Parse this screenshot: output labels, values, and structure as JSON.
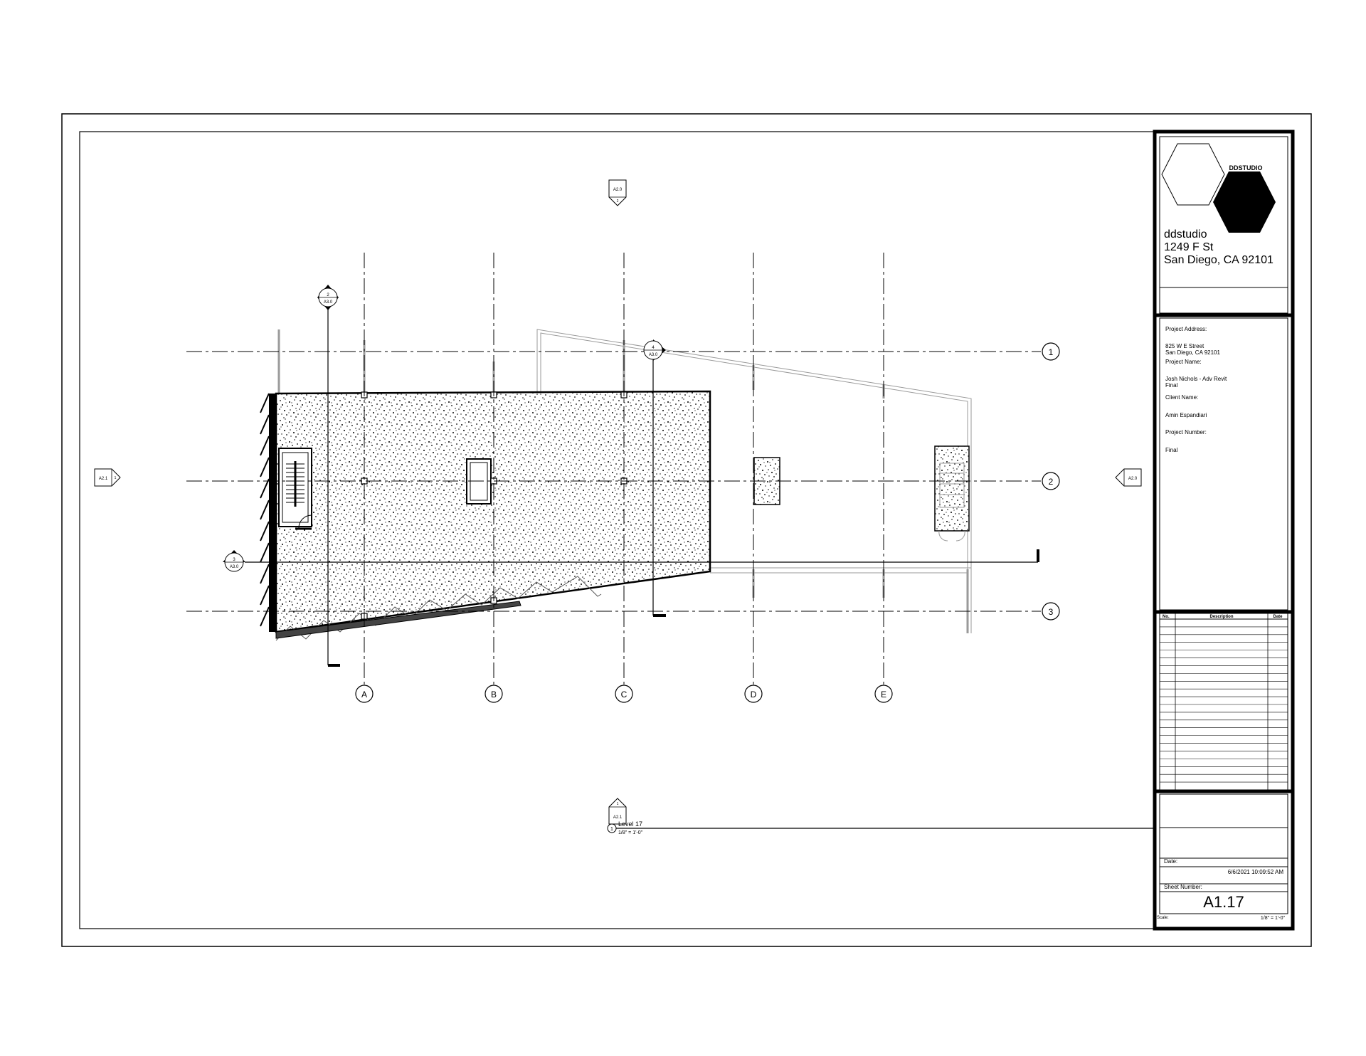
{
  "firm": {
    "logo_text": "DDSTUDIO",
    "name": "ddstudio",
    "address_line1": "1249 F St",
    "address_line2": "San Diego, CA 92101"
  },
  "project_info": {
    "address_label": "Project Address:",
    "address_line1": "825 W E Street",
    "address_line2": "San Diego, CA 92101",
    "name_label": "Project Name:",
    "name_line1": "Josh Nichols - Adv Revit",
    "name_line2": "Final",
    "client_label": "Client Name:",
    "client_value": "Amin Espandiari",
    "number_label": "Project Number:",
    "number_value": "Final"
  },
  "revisions": {
    "headers": [
      "No.",
      "Description",
      "Date"
    ],
    "row_count": 22
  },
  "sheet_info": {
    "date_label": "Date:",
    "date_value": "6/6/2021 10:09:52 AM",
    "sheet_number_label": "Sheet Number:",
    "sheet_number": "A1.17",
    "scale_label": "Scale:",
    "scale_value": "1/8\" = 1'-0\""
  },
  "view": {
    "number": "1",
    "title": "Level 17",
    "scale": "1/8\" = 1'-0\""
  },
  "grid_lines": {
    "vertical": [
      "A",
      "B",
      "C",
      "D",
      "E"
    ],
    "horizontal": [
      "1",
      "2",
      "3"
    ]
  },
  "elevation_markers": {
    "top": {
      "num": "2",
      "sheet": "A2.0"
    },
    "bottom": {
      "num": "1",
      "sheet": "A2.1"
    },
    "left": {
      "num": "1",
      "sheet": "A2.1"
    },
    "right": {
      "num": "",
      "sheet": "A2.0"
    }
  },
  "section_markers": {
    "s2": {
      "num": "2",
      "sheet": "A3.0"
    },
    "s4": {
      "num": "4",
      "sheet": "A3.0"
    },
    "s3": {
      "num": "3",
      "sheet": "A3.0"
    }
  },
  "colors": {
    "ink": "#000000",
    "light": "#9a9a9a",
    "paper": "#ffffff"
  }
}
